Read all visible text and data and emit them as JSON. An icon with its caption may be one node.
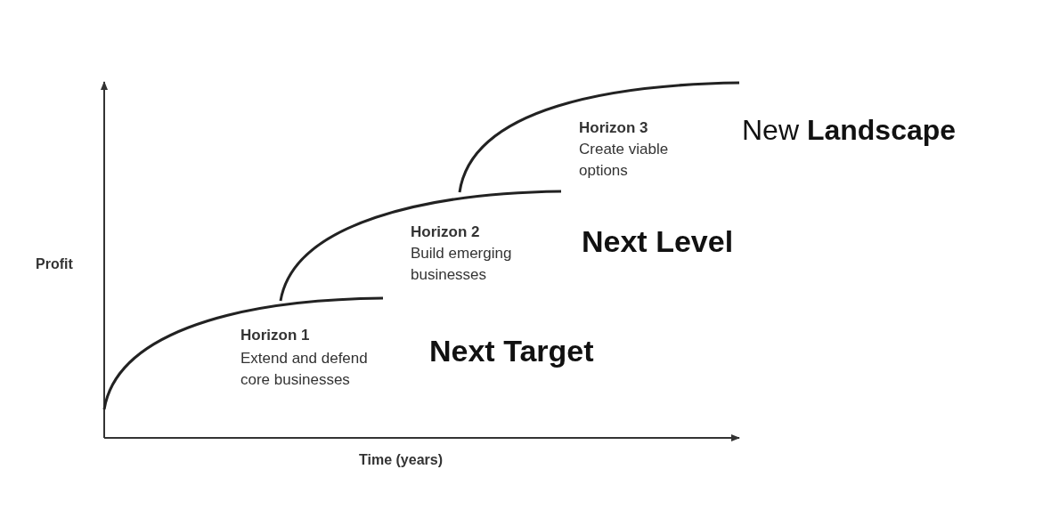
{
  "diagram": {
    "labels": [
      "Horizon 3",
      "Create viable options",
      "New **Landscape**",
      "Horizon 2",
      "Build emerging businesses",
      "Next Level",
      "Profit",
      "Horizon 1",
      "Extend and defend core businesses",
      "Next Target",
      "Time (years)"
    ]
  }
}
